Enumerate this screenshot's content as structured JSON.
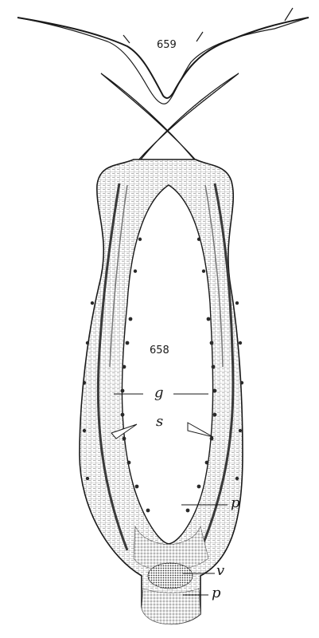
{
  "figures": {
    "top_number": "659",
    "main_number": "658"
  },
  "labels": {
    "g": "g",
    "s": "s",
    "p_upper": "p",
    "v": "v",
    "p_lower": "p"
  },
  "colors": {
    "ink": "#1a1a1a",
    "paper": "#ffffff",
    "tissue_dark": "#3a3a3a",
    "tissue_light": "#9a9a9a"
  }
}
